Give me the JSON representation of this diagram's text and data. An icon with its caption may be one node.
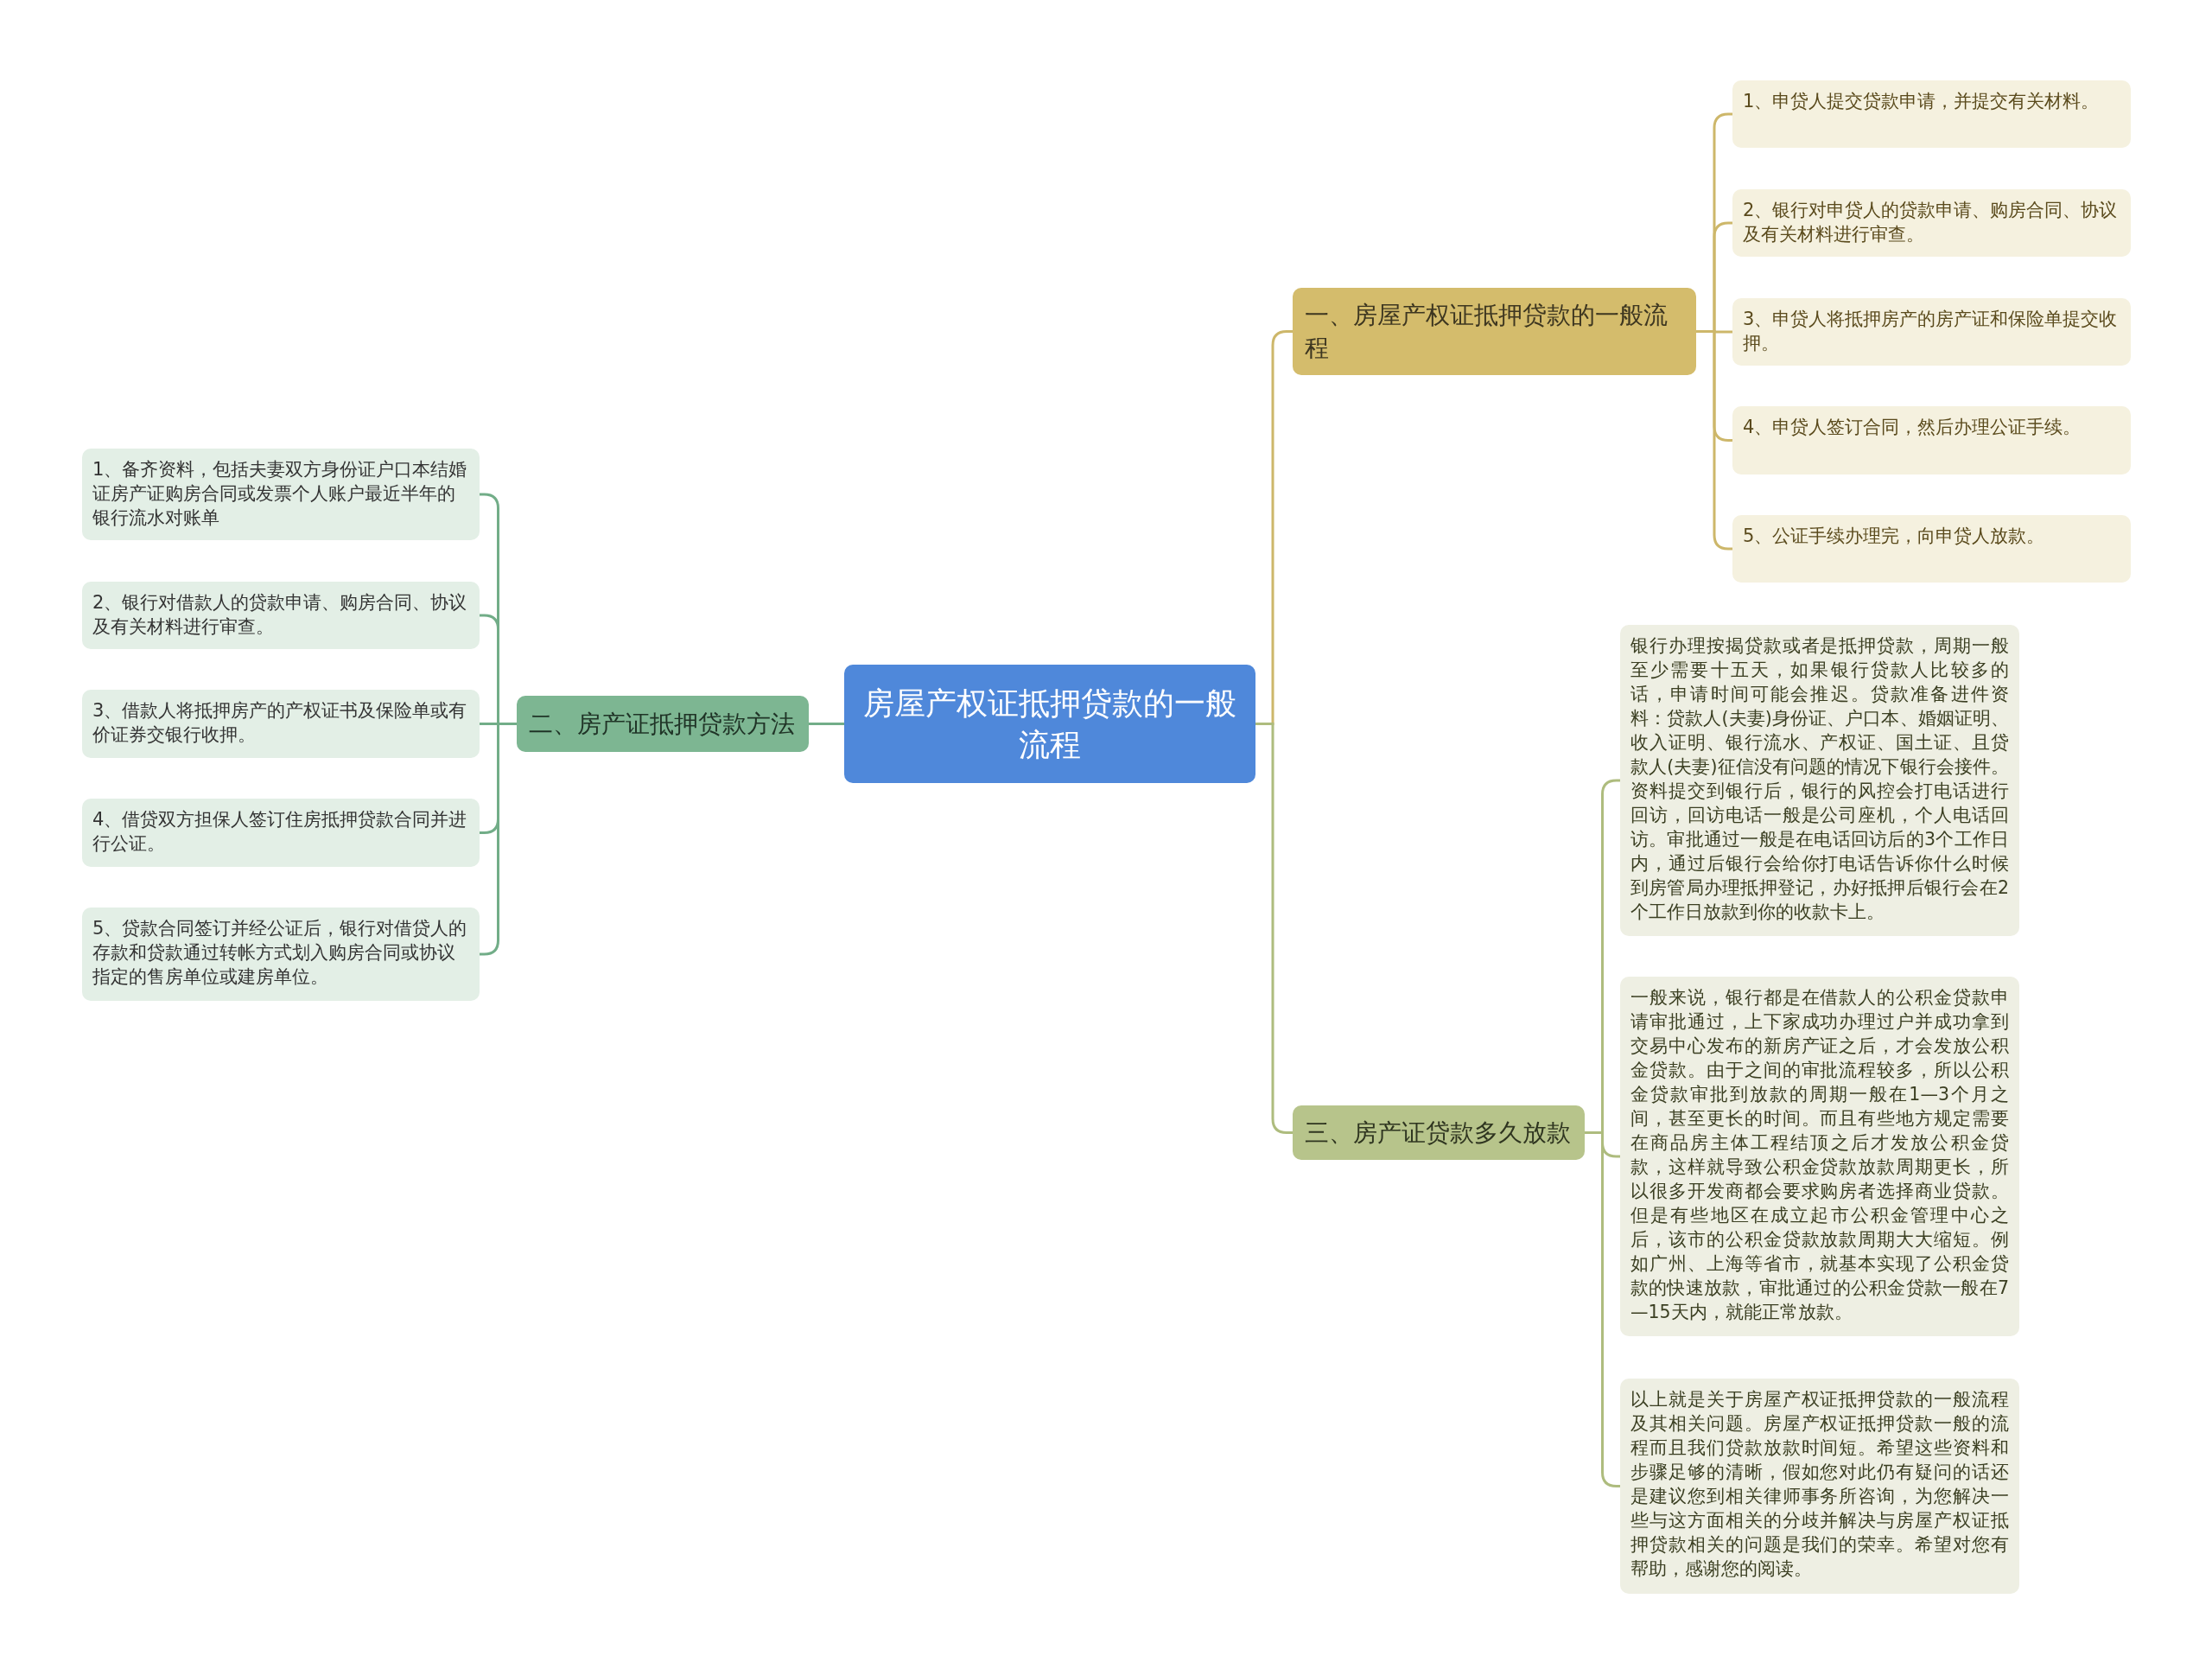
{
  "diagram": {
    "nodes": [
      {
        "text": [
          "房屋产权证抵押贷款的一般流程"
        ]
      },
      {
        "text": [
          "一、房屋产权证抵押贷款的一般流程"
        ]
      },
      {
        "text": [
          "1、申贷人提交贷款申请，并提交有关材料。"
        ]
      },
      {
        "text": [
          "2、银行对申贷人的贷款申请、购房合同、协议及有关材料进行审查。"
        ]
      },
      {
        "text": [
          "3、申贷人将抵押房产的房产证和保险单提交收押。"
        ]
      },
      {
        "text": [
          "4、申贷人签订合同，然后办理公证手续。"
        ]
      },
      {
        "text": [
          "5、公证手续办理完，向申贷人放款。"
        ]
      },
      {
        "text": [
          "三、房产证贷款多久放款"
        ]
      },
      {
        "text": [
          "银行办理按揭贷款或者是抵押贷款，周期一般至少需要十五天，如果银行贷款人比较多的话，申请时间可能会推迟。贷款准备进件资料：贷款人(夫妻)身份证、户口本、婚姻证明、收入证明、银行流水、产权证、国土证、且贷款人(夫妻)征信没有问题的情况下银行会接件。资料提交到银行后，银行的风控会打电话进行回访，回访电话一般是公司座机，个人电话回访。审批通过一般是在电话回访后的3个工作日内，通过后银行会给你打电话告诉你什么时候到房管局办理抵押登记，办好抵押后银行会在2个工作日放款到你的收款卡上。"
        ]
      },
      {
        "text": [
          "一般来说，银行都是在借款人的公积金贷款申请审批通过，上下家成功办理过户并成功拿到交易中心发布的新房产证之后，才会发放公积金贷款。由于之间的审批流程较多，所以公积金贷款审批到放款的周期一般在1—3个月之间，甚至更长的时间。而且有些地方规定需要在商品房主体工程结顶之后才发放公积金贷款，这样就导致公积金贷款放款周期更长，所以很多开发商都会要求购房者选择商业贷款。但是有些地区在成立起市公积金管理中心之后，该市的公积金贷款放款周期大大缩短。例如广州、上海等省市，就基本实现了公积金贷款的快速放款，审批通过的公积金贷款一般在7—15天内，就能正常放款。"
        ]
      },
      {
        "text": [
          "以上就是关于房屋产权证抵押贷款的一般流程及其相关问题。房屋产权证抵押贷款一般的流程而且我们贷款放款时间短。希望这些资料和步骤足够的清晰，假如您对此仍有疑问的话还是建议您到相关律师事务所咨询，为您解决一些与这方面相关的分歧并解决与房屋产权证抵押贷款相关的问题是我们的荣幸。希望对您有帮助，感谢您的阅读。"
        ]
      },
      {
        "text": [
          "二、房产证抵押贷款方法"
        ]
      },
      {
        "text": [
          "1、备齐资料，包括夫妻双方身份证户口本结婚证房产证购房合同或发票个人账户最近半年的银行流水对账单"
        ]
      },
      {
        "text": [
          "2、银行对借款人的贷款申请、购房合同、协议及有关材料进行审查。"
        ]
      },
      {
        "text": [
          "3、借款人将抵押房产的产权证书及保险单或有价证券交银行收押。"
        ]
      },
      {
        "text": [
          "4、借贷双方担保人签订住房抵押贷款合同并进行公证。"
        ]
      },
      {
        "text": [
          "5、贷款合同签订并经公证后，银行对借贷人的存款和贷款通过转帐方式划入购房合同或协议指定的售房单位或建房单位。"
        ]
      }
    ],
    "edges": [
      {
        "from": 0,
        "to": 1,
        "arrow": "none",
        "color": "#cdb76a"
      },
      {
        "from": 1,
        "to": 2,
        "arrow": "none",
        "color": "#cdb76a"
      },
      {
        "from": 1,
        "to": 3,
        "arrow": "none",
        "color": "#cdb76a"
      },
      {
        "from": 1,
        "to": 4,
        "arrow": "none",
        "color": "#cdb76a"
      },
      {
        "from": 1,
        "to": 5,
        "arrow": "none",
        "color": "#cdb76a"
      },
      {
        "from": 1,
        "to": 6,
        "arrow": "none",
        "color": "#cdb76a"
      },
      {
        "from": 0,
        "to": 7,
        "arrow": "none",
        "color": "#aebc7e"
      },
      {
        "from": 7,
        "to": 8,
        "arrow": "none",
        "color": "#aebc7e"
      },
      {
        "from": 7,
        "to": 9,
        "arrow": "none",
        "color": "#aebc7e"
      },
      {
        "from": 7,
        "to": 10,
        "arrow": "none",
        "color": "#aebc7e"
      },
      {
        "from": 0,
        "to": 11,
        "arrow": "none",
        "color": "#72ad88"
      },
      {
        "from": 11,
        "to": 12,
        "arrow": "none",
        "color": "#72ad88"
      },
      {
        "from": 11,
        "to": 13,
        "arrow": "none",
        "color": "#72ad88"
      },
      {
        "from": 11,
        "to": 14,
        "arrow": "none",
        "color": "#72ad88"
      },
      {
        "from": 11,
        "to": 15,
        "arrow": "none",
        "color": "#72ad88"
      },
      {
        "from": 11,
        "to": 16,
        "arrow": "none",
        "color": "#72ad88"
      }
    ]
  }
}
